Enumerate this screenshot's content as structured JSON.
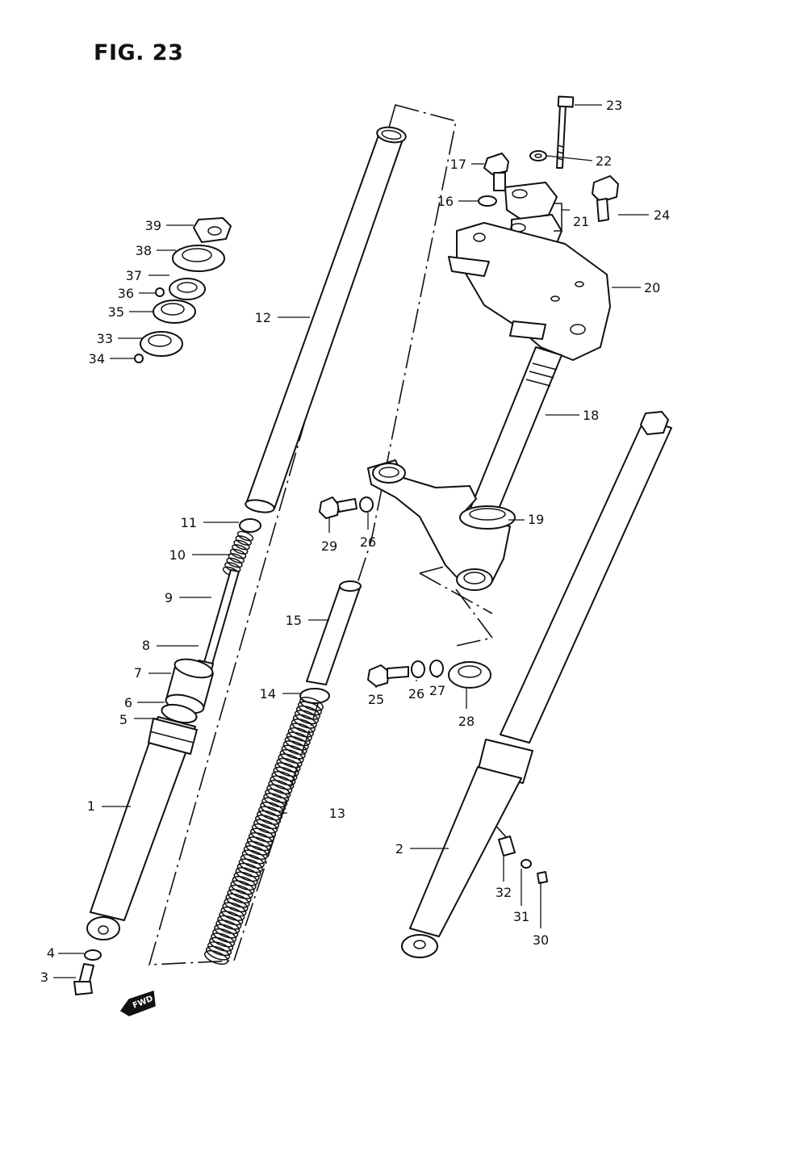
{
  "figure": {
    "title": "FIG. 23"
  },
  "parts": [
    {
      "number": "1"
    },
    {
      "number": "2"
    },
    {
      "number": "3"
    },
    {
      "number": "4"
    },
    {
      "number": "5"
    },
    {
      "number": "6"
    },
    {
      "number": "7"
    },
    {
      "number": "8"
    },
    {
      "number": "9"
    },
    {
      "number": "10"
    },
    {
      "number": "11"
    },
    {
      "number": "12"
    },
    {
      "number": "13"
    },
    {
      "number": "14"
    },
    {
      "number": "15"
    },
    {
      "number": "16"
    },
    {
      "number": "17"
    },
    {
      "number": "18"
    },
    {
      "number": "19"
    },
    {
      "number": "20"
    },
    {
      "number": "21"
    },
    {
      "number": "22"
    },
    {
      "number": "23"
    },
    {
      "number": "24"
    },
    {
      "number": "25"
    },
    {
      "number": "26"
    },
    {
      "number": "26"
    },
    {
      "number": "27"
    },
    {
      "number": "28"
    },
    {
      "number": "29"
    },
    {
      "number": "30"
    },
    {
      "number": "31"
    },
    {
      "number": "32"
    },
    {
      "number": "33"
    },
    {
      "number": "34"
    },
    {
      "number": "35"
    },
    {
      "number": "36"
    },
    {
      "number": "37"
    },
    {
      "number": "38"
    },
    {
      "number": "39"
    }
  ],
  "direction_badge": {
    "text": "FWD"
  }
}
